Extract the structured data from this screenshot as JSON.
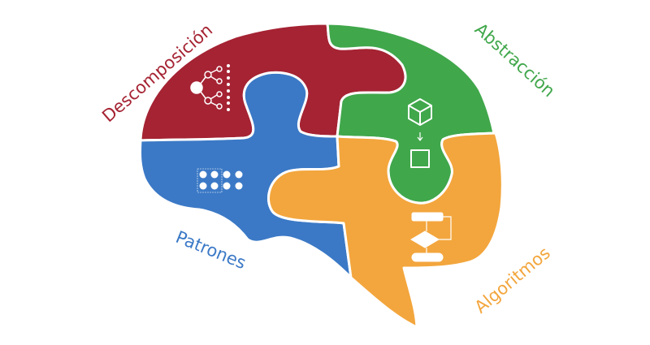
{
  "labels": {
    "decomposition": "Descomposición",
    "abstraction": "Abstracción",
    "patterns": "Patrones",
    "algorithms": "Algoritmos"
  },
  "colors": {
    "decomposition": "#a52333",
    "abstraction": "#40a74b",
    "patterns": "#3b79c6",
    "algorithms": "#f3a63d"
  },
  "icons": {
    "decomposition": "tree-hierarchy-icon",
    "abstraction": "cube-to-square-icon",
    "patterns": "dot-grid-icon",
    "algorithms": "flowchart-icon"
  }
}
